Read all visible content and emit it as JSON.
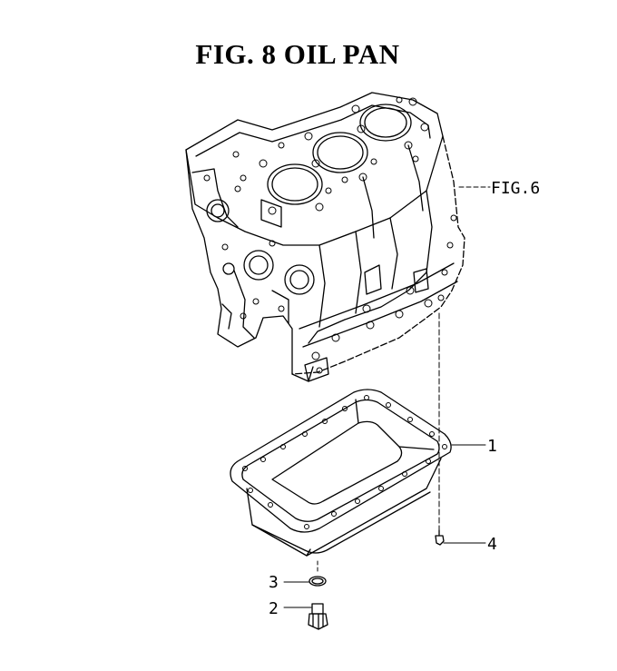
{
  "title": "FIG.  8  OIL PAN",
  "callouts": {
    "fig_ref": "FIG.6",
    "oil_pan": "1",
    "drain_plug": "2",
    "gasket": "3",
    "bolt": "4"
  }
}
